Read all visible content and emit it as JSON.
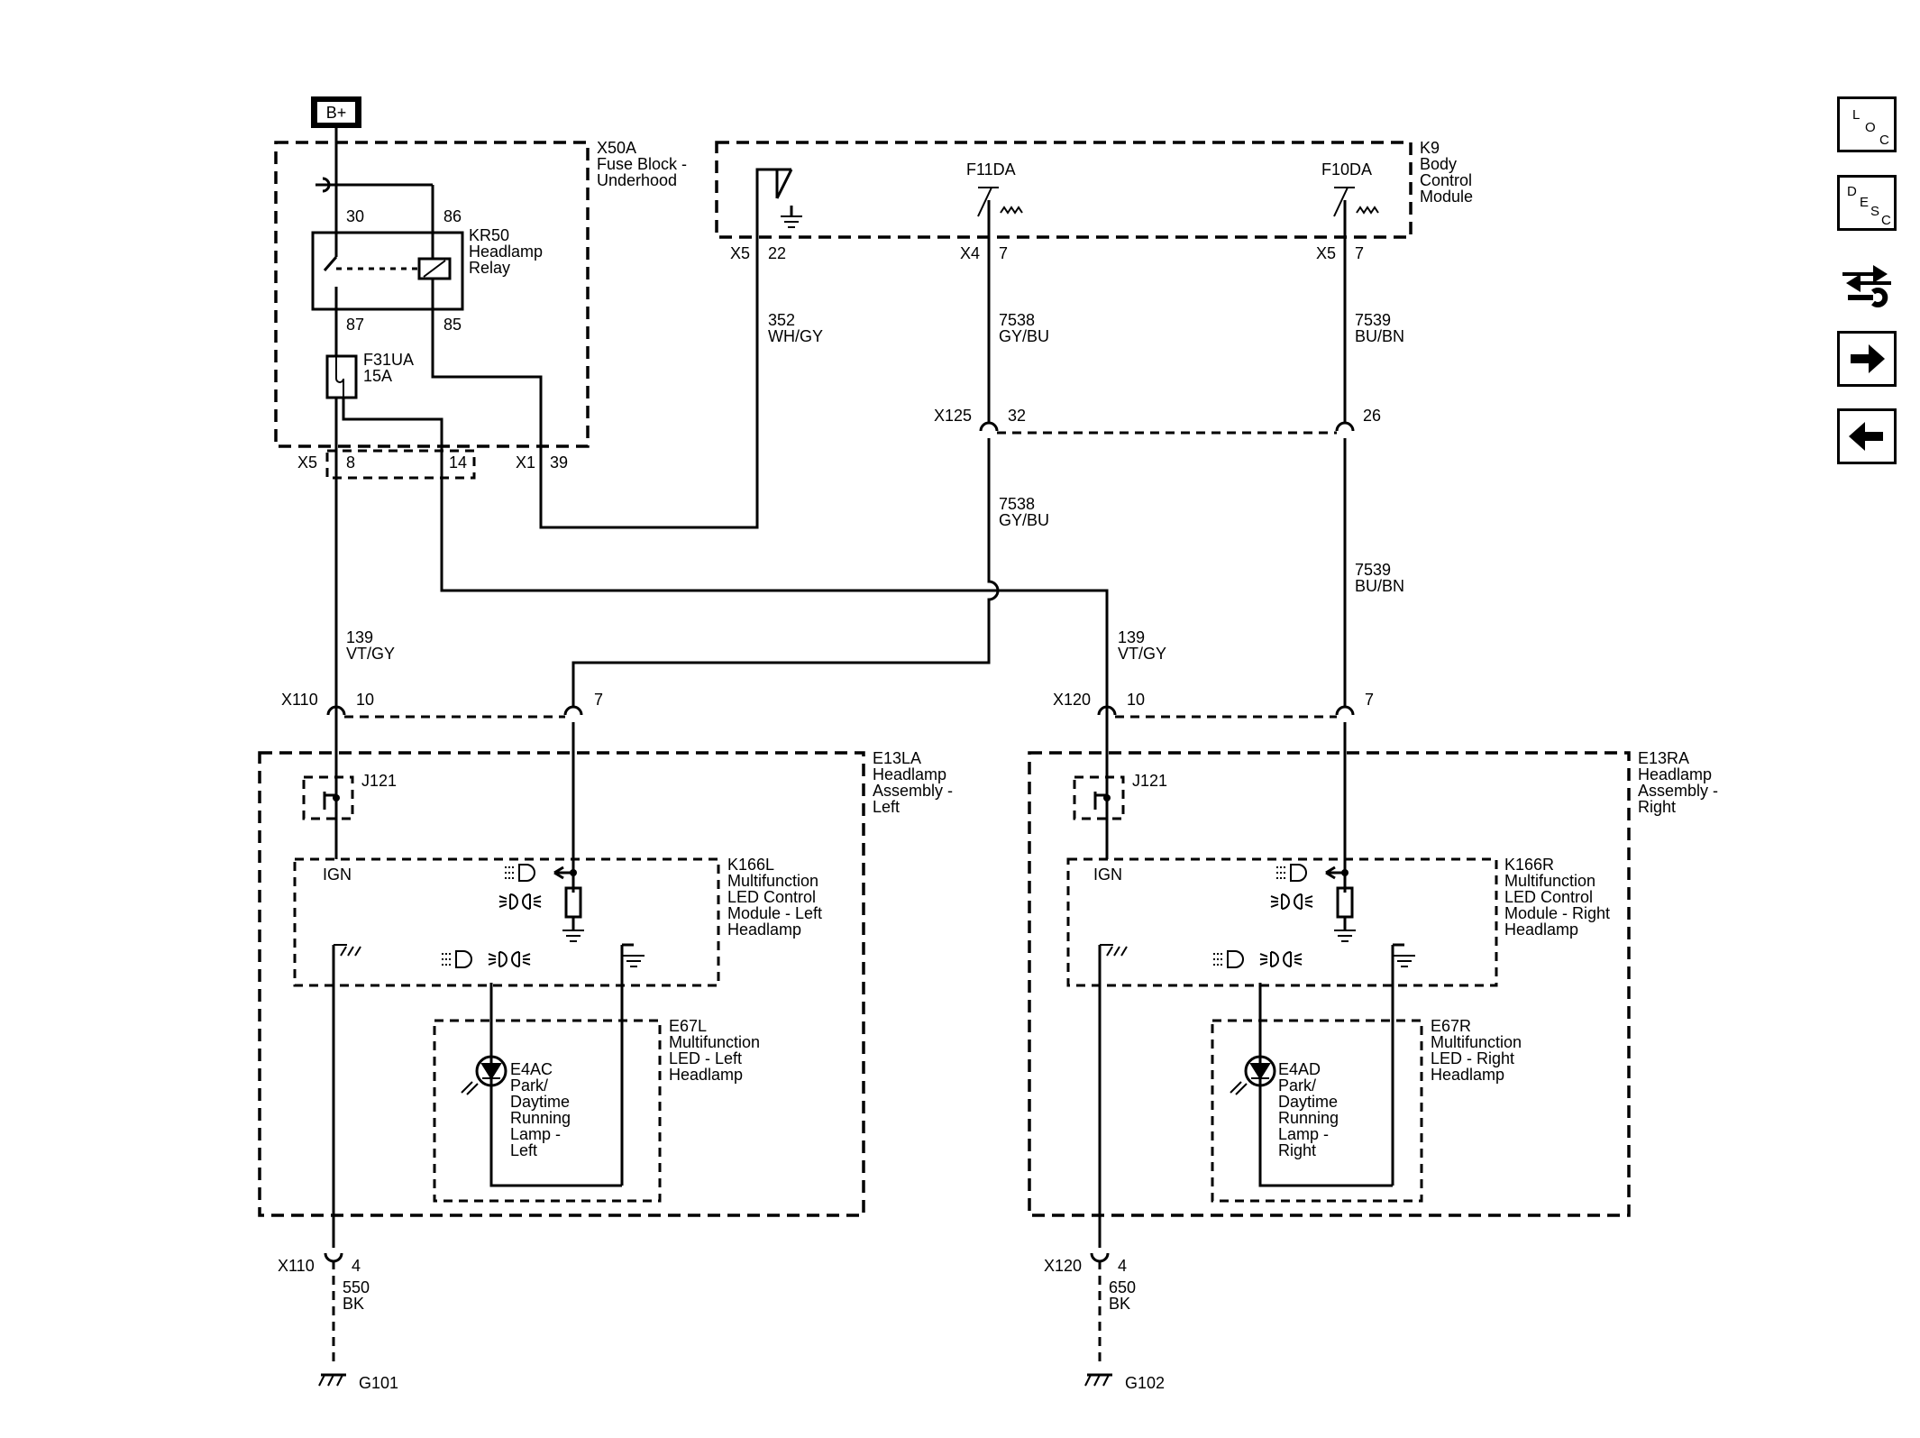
{
  "power": {
    "label": "B+"
  },
  "fuse_block": {
    "id": "X50A",
    "name_lines": [
      "Fuse Block -",
      "Underhood"
    ],
    "connector_x5": "X5",
    "connector_x1": "X1",
    "pin_8": "8",
    "pin_14": "14",
    "pin_39": "39"
  },
  "relay": {
    "id": "KR50",
    "name_lines": [
      "Headlamp",
      "Relay"
    ],
    "pin_30": "30",
    "pin_86": "86",
    "pin_87": "87",
    "pin_85": "85"
  },
  "fuse": {
    "id": "F31UA",
    "rating": "15A"
  },
  "bcm": {
    "id": "K9",
    "name_lines": [
      "Body",
      "Control",
      "Module"
    ],
    "output_f11": "F11DA",
    "output_f10": "F10DA",
    "conn_x5": "X5",
    "pin_22": "22",
    "conn_x4": "X4",
    "pin_x4": "7",
    "conn_x5b": "X5",
    "pin_x5b": "7"
  },
  "wires": {
    "w352": {
      "num": "352",
      "color": "WH/GY"
    },
    "w7538": {
      "num": "7538",
      "color": "GY/BU"
    },
    "w7539": {
      "num": "7539",
      "color": "BU/BN"
    },
    "w139": {
      "num": "139",
      "color": "VT/GY"
    },
    "w550": {
      "num": "550",
      "color": "BK"
    },
    "w650": {
      "num": "650",
      "color": "BK"
    }
  },
  "x125": {
    "id": "X125",
    "pin_32": "32",
    "pin_26": "26"
  },
  "left": {
    "connector": "X110",
    "pin_10": "10",
    "pin_7": "7",
    "pin_4": "4",
    "assembly": {
      "id": "E13LA",
      "name_lines": [
        "Headlamp",
        "Assembly -",
        "Left"
      ]
    },
    "splice": "J121",
    "module": {
      "id": "K166L",
      "name_lines": [
        "Multifunction",
        "LED Control",
        "Module - Left",
        "Headlamp"
      ],
      "ign": "IGN"
    },
    "led": {
      "id": "E67L",
      "name_lines": [
        "Multifunction",
        "LED - Left",
        "Headlamp"
      ]
    },
    "lamp": {
      "id": "E4AC",
      "name_lines": [
        "Park/",
        "Daytime",
        "Running",
        "Lamp -",
        "Left"
      ]
    },
    "ground": "G101"
  },
  "right": {
    "connector": "X120",
    "pin_10": "10",
    "pin_7": "7",
    "pin_4": "4",
    "assembly": {
      "id": "E13RA",
      "name_lines": [
        "Headlamp",
        "Assembly -",
        "Right"
      ]
    },
    "splice": "J121",
    "module": {
      "id": "K166R",
      "name_lines": [
        "Multifunction",
        "LED Control",
        "Module - Right",
        "Headlamp"
      ],
      "ign": "IGN"
    },
    "led": {
      "id": "E67R",
      "name_lines": [
        "Multifunction",
        "LED - Right",
        "Headlamp"
      ]
    },
    "lamp": {
      "id": "E4AD",
      "name_lines": [
        "Park/",
        "Daytime",
        "Running",
        "Lamp -",
        "Right"
      ]
    },
    "ground": "G102"
  },
  "nav": {
    "loc": [
      "L",
      "O",
      "C"
    ],
    "desc": [
      "D",
      "E",
      "S",
      "C"
    ],
    "icons": [
      "connector-tool-icon",
      "arrow-right-icon",
      "arrow-left-icon"
    ]
  }
}
